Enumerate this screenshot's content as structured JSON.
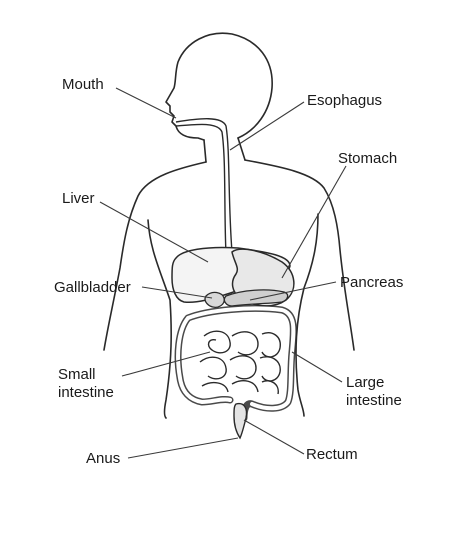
{
  "diagram": {
    "labels": {
      "mouth": "Mouth",
      "esophagus": "Esophagus",
      "stomach": "Stomach",
      "liver": "Liver",
      "gallbladder": "Gallbladder",
      "pancreas": "Pancreas",
      "small_intestine_1": "Small",
      "small_intestine_2": "intestine",
      "large_intestine_1": "Large",
      "large_intestine_2": "intestine",
      "anus": "Anus",
      "rectum": "Rectum"
    },
    "colors": {
      "outline": "#2a2a2a",
      "shading": "#8a8a8a",
      "leader": "#3a3a3a",
      "background": "#ffffff"
    }
  }
}
